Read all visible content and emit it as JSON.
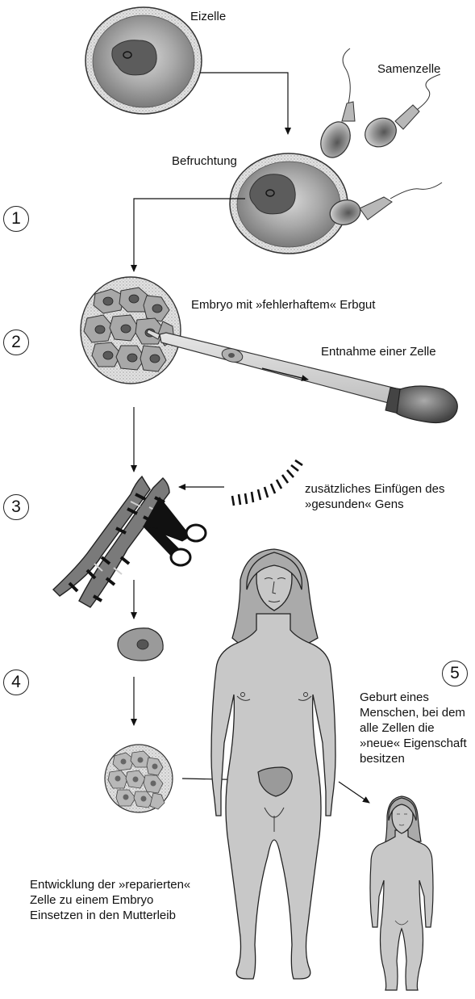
{
  "labels": {
    "egg": "Eizelle",
    "sperm": "Samenzelle",
    "fertilization": "Befruchtung",
    "embryo_defect": "Embryo mit »fehlerhaftem« Erbgut",
    "cell_removal": "Entnahme einer Zelle",
    "gene_insert_line1": "zusätzliches Einfügen des",
    "gene_insert_line2": "»gesunden« Gens",
    "birth_line1": "Geburt eines",
    "birth_line2": "Menschen, bei dem",
    "birth_line3": "alle Zellen die",
    "birth_line4": "»neue« Eigenschaft",
    "birth_line5": "besitzen",
    "development_line1": "Entwicklung der »reparierten«",
    "development_line2": "Zelle zu einem Embryo",
    "development_line3": "Einsetzen in den Mutterleib"
  },
  "steps": [
    "1",
    "2",
    "3",
    "4",
    "5"
  ],
  "colors": {
    "cell_gray": "#9a9a9a",
    "nucleus": "#5a5a5a",
    "body_fill": "#c8c8c8",
    "outline": "#222222"
  }
}
